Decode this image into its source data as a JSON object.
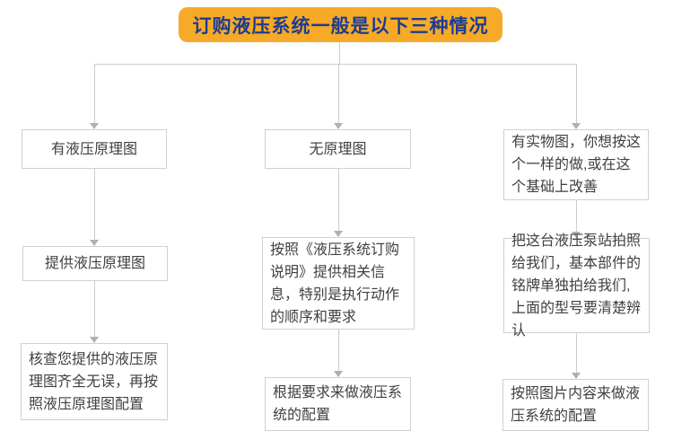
{
  "header": {
    "title": "订购液压系统一般是以下三种情况"
  },
  "colors": {
    "header_bg": "#F7A928",
    "header_text": "#1C3D91",
    "box_border": "#D0D0D0",
    "box_text": "#404040",
    "line": "#CCCCCC",
    "arrow": "#B0B0B0",
    "background": "#FFFFFF"
  },
  "branches": [
    {
      "id": "has-schematic",
      "steps": [
        {
          "text": "有液压原理图"
        },
        {
          "text": "提供液压原理图"
        },
        {
          "text": "核查您提供的液压原理图齐全无误，再按照液压原理图配置"
        }
      ]
    },
    {
      "id": "no-schematic",
      "steps": [
        {
          "text": "无原理图"
        },
        {
          "text": "按照《液压系统订购说明》提供相关信息，特别是执行动作的顺序和要求"
        },
        {
          "text": "根据要求来做液压系统的配置"
        }
      ]
    },
    {
      "id": "has-photo",
      "steps": [
        {
          "text": "有实物图，你想按这个一样的做,或在这个基础上改善"
        },
        {
          "text": "把这台液压泵站拍照给我们，基本部件的铭牌单独拍给我们,上面的型号要清楚辨认"
        },
        {
          "text": "按照图片内容来做液压系统的配置"
        }
      ]
    }
  ]
}
